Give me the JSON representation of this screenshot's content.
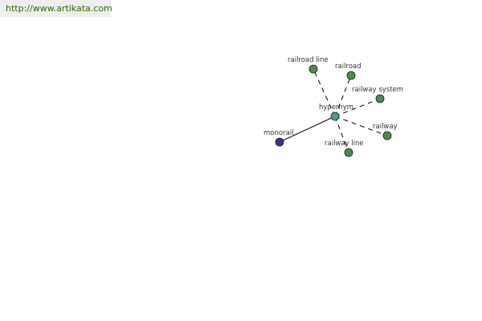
{
  "banner": {
    "url_text": "http://www.artikata.com"
  },
  "colors": {
    "banner_text": "#336600",
    "banner_bg": "#eeeeee",
    "center_node": "#4d9999",
    "synonym_node": "#4d8c4d",
    "hyponym_node": "#333399",
    "edge": "#000000"
  },
  "graph": {
    "center": {
      "id": "hypernym",
      "label": "hypernym"
    },
    "nodes": [
      {
        "id": "railroad-line",
        "label": "railroad line",
        "kind": "synonym"
      },
      {
        "id": "railroad",
        "label": "railroad",
        "kind": "synonym"
      },
      {
        "id": "railway-system",
        "label": "railway system",
        "kind": "synonym"
      },
      {
        "id": "railway",
        "label": "railway",
        "kind": "synonym"
      },
      {
        "id": "railway-line",
        "label": "railway line",
        "kind": "synonym"
      },
      {
        "id": "monorail",
        "label": "monorail",
        "kind": "hyponym"
      }
    ],
    "edges": [
      {
        "from": "hypernym",
        "to": "railroad-line",
        "style": "dashed"
      },
      {
        "from": "hypernym",
        "to": "railroad",
        "style": "dashed"
      },
      {
        "from": "hypernym",
        "to": "railway-system",
        "style": "dashed"
      },
      {
        "from": "hypernym",
        "to": "railway",
        "style": "dashed"
      },
      {
        "from": "hypernym",
        "to": "railway-line",
        "style": "dashed"
      },
      {
        "from": "hypernym",
        "to": "monorail",
        "style": "solid"
      }
    ]
  }
}
